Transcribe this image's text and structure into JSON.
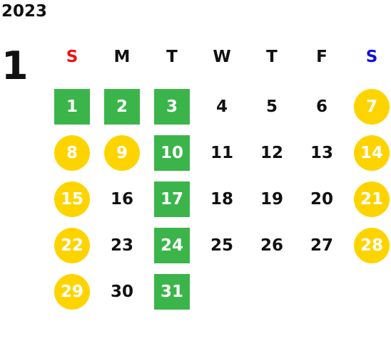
{
  "calendar": {
    "year": "2023",
    "month": "1",
    "weekdays": [
      {
        "label": "S",
        "color": "#ee1111"
      },
      {
        "label": "M",
        "color": "#111111"
      },
      {
        "label": "T",
        "color": "#111111"
      },
      {
        "label": "W",
        "color": "#111111"
      },
      {
        "label": "T",
        "color": "#111111"
      },
      {
        "label": "F",
        "color": "#111111"
      },
      {
        "label": "S",
        "color": "#1111dd"
      }
    ],
    "start_weekday": 0,
    "days": [
      {
        "day": "1",
        "mark": "green"
      },
      {
        "day": "2",
        "mark": "green"
      },
      {
        "day": "3",
        "mark": "green"
      },
      {
        "day": "4",
        "mark": "none"
      },
      {
        "day": "5",
        "mark": "none"
      },
      {
        "day": "6",
        "mark": "none"
      },
      {
        "day": "7",
        "mark": "yellow"
      },
      {
        "day": "8",
        "mark": "yellow"
      },
      {
        "day": "9",
        "mark": "yellow"
      },
      {
        "day": "10",
        "mark": "green"
      },
      {
        "day": "11",
        "mark": "none"
      },
      {
        "day": "12",
        "mark": "none"
      },
      {
        "day": "13",
        "mark": "none"
      },
      {
        "day": "14",
        "mark": "yellow"
      },
      {
        "day": "15",
        "mark": "yellow"
      },
      {
        "day": "16",
        "mark": "none"
      },
      {
        "day": "17",
        "mark": "green"
      },
      {
        "day": "18",
        "mark": "none"
      },
      {
        "day": "19",
        "mark": "none"
      },
      {
        "day": "20",
        "mark": "none"
      },
      {
        "day": "21",
        "mark": "yellow"
      },
      {
        "day": "22",
        "mark": "yellow"
      },
      {
        "day": "23",
        "mark": "none"
      },
      {
        "day": "24",
        "mark": "green"
      },
      {
        "day": "25",
        "mark": "none"
      },
      {
        "day": "26",
        "mark": "none"
      },
      {
        "day": "27",
        "mark": "none"
      },
      {
        "day": "28",
        "mark": "yellow"
      },
      {
        "day": "29",
        "mark": "yellow"
      },
      {
        "day": "30",
        "mark": "none"
      },
      {
        "day": "31",
        "mark": "green"
      }
    ],
    "colors": {
      "green": "#3bb54a",
      "yellow": "#fed400",
      "text": "#111111"
    }
  }
}
